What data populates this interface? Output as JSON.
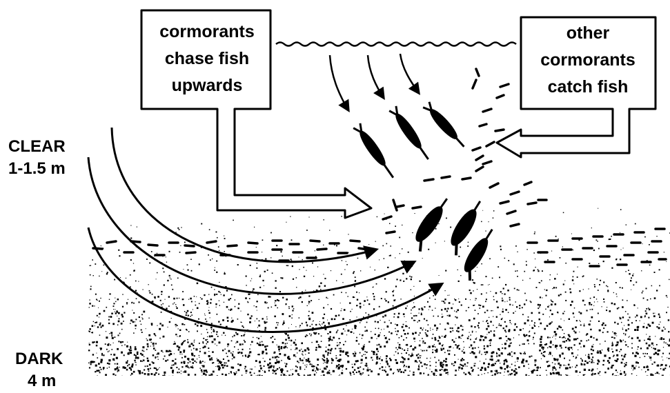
{
  "callouts": {
    "left": [
      "cormorants",
      "chase fish",
      "upwards"
    ],
    "right": [
      "other",
      "cormorants",
      "catch fish"
    ]
  },
  "depth_labels": {
    "clear": [
      "CLEAR",
      "1-1.5 m"
    ],
    "dark": [
      "DARK",
      "4 m"
    ]
  },
  "colors": {
    "ink": "#000000",
    "paper": "#ffffff"
  }
}
